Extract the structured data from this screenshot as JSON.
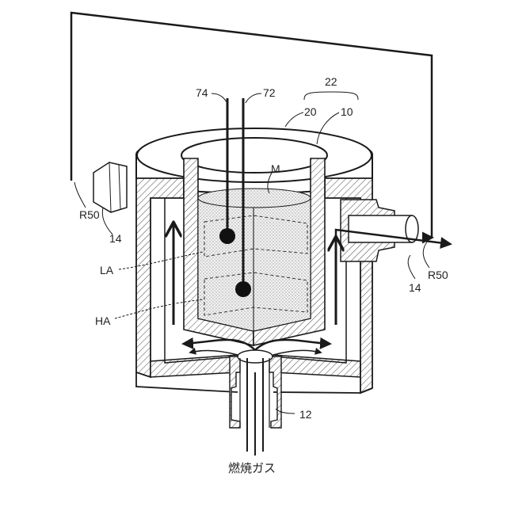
{
  "labels": {
    "ref_22": "22",
    "ref_74": "74",
    "ref_72": "72",
    "ref_20": "20",
    "ref_10": "10",
    "ref_M": "M",
    "ref_R50_left": "R50",
    "ref_14_left": "14",
    "ref_LA": "LA",
    "ref_HA": "HA",
    "ref_R50_right": "R50",
    "ref_14_right": "14",
    "ref_12": "12",
    "gas_label": "燃焼ガス"
  },
  "colors": {
    "line": "#1a1a1a",
    "hatch": "#555555",
    "melt_fill": "#e8e8e8"
  }
}
